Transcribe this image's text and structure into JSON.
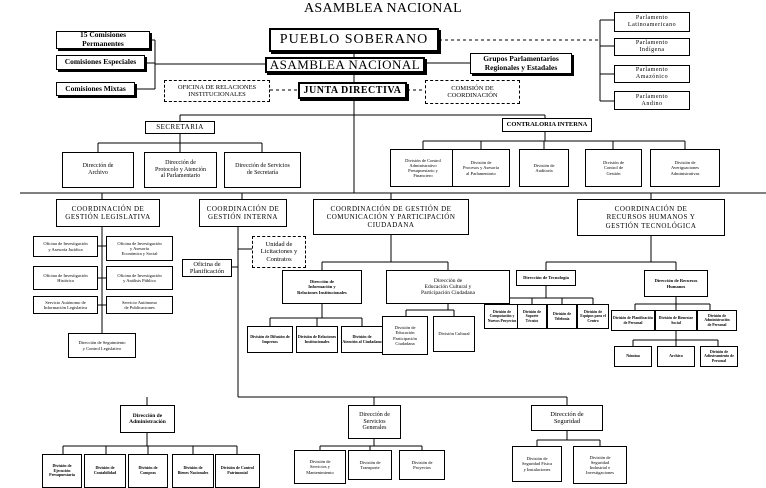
{
  "title": "ASAMBLEA NACIONAL",
  "nodes": {
    "pueblo": "PUEBLO SOBERANO",
    "asamblea": "ASAMBLEA NACIONAL",
    "junta": "JUNTA DIRECTIVA",
    "comisiones_perm": "15 Comisiones\nPermanentes",
    "comisiones_esp": "Comisiones Especiales",
    "comisiones_mix": "Comisiones Mixtas",
    "grupos": "Grupos Parlamentarios\nRegionales y Estadales",
    "oficina_rel": "OFICINA DE RELACIONES\nINSTITUCIONALES",
    "comision_coord": "COMISIÓN DE\nCOORDINACIÓN",
    "secretaria": "SECRETARIA",
    "contraloria": "CONTRALORIA INTERNA",
    "parl_latino": "Parlamento\nLatinoamericano",
    "parl_indigena": "Parlamento\nIndígena",
    "parl_amazonico": "Parlamento\nAmazónico",
    "parl_andino": "Parlamento\nAndino",
    "dir_archivo": "Dirección de\nArchivo",
    "dir_protocolo": "Dirección de\nProtocolo y Atención\nal Parlamentario",
    "dir_servicios_sec": "Dirección de Servicios\nde Secretaría",
    "div_control_admin": "División de Control\nAdministrativo\nPresupuestario y\nFinanciero",
    "div_proceso_control": "División de\nProcesos y Asesoría\nal Parlamentario",
    "div_auditoria": "División de\nAuditoría",
    "div_control_gestion": "División de\nControl de\nGestión",
    "div_averiguaciones": "División de\nAveriguaciones\nAdministrativas",
    "coord_legislativa": "COORDINACIÓN DE\nGESTIÓN LEGISLATIVA",
    "coord_interna": "COORDINACIÓN DE\nGESTIÓN INTERNA",
    "coord_comunicacion": "COORDINACIÓN DE GESTIÓN DE\nCOMUNICACIÓN Y PARTICIPACIÓN\nCIUDADANA",
    "coord_rrhh": "COORDINACIÓN DE\nRECURSOS HUMANOS Y\nGESTIÓN TECNOLÓGICA",
    "of_inv_juridica": "Oficina de Investigación\ny Asesoría Jurídica",
    "of_inv_historica": "Oficina de Investigación\nHistórica",
    "serv_info_leg": "Servicio Autónomo de\nInformación Legislativa",
    "of_inv_economica": "Oficina de Investigación\ny Asesoría\nEconómica y Social",
    "of_inv_publica": "Oficina de Investigación\ny Análisis Público",
    "serv_publicaciones": "Servicio Autónomo\nde Publicaciones",
    "dir_seguimiento": "Dirección de Seguimiento\ny Control Legislativo",
    "unidad_licitaciones": "Unidad de\nLicitaciones y\nContratos",
    "oficina_planificacion": "Oficina de\nPlanificación",
    "dir_informacion": "Dirección de\nInformación y\nRelaciones Institucionales",
    "div_difusion": "División de Difusión de\nImpresos",
    "div_relaciones": "División de Relaciones\nInstitucionales",
    "div_atencion": "División de\nAtención al Ciudadano",
    "dir_educacion": "Dirección de\nEducación Cultural y\nParticipación Ciudadana",
    "div_educacion": "División de\nEducación\nParticipación\nCiudadana",
    "div_cultural": "División Cultural",
    "dir_tecnologia": "Dirección de Tecnología",
    "dir_rrhh": "Dirección de Recursos\nHumanos",
    "div_computacion": "División de\nComputación y\nNuevos Proyectos",
    "div_soporte": "División de Soporte\nTécnico",
    "div_telefonia": "División de\nTelefonía",
    "div_equipos": "División de\nEquipos para el\nCentro",
    "div_planif_rrhh": "División de Planificación\nde Personal",
    "div_bienestar": "División de Bienestar Social",
    "div_administracion_personal": "División de Administración\nde Personal",
    "div_nomina": "Nómina",
    "div_archivo_rrhh": "Archivo",
    "div_adiestramiento": "División de\nAdiestramiento de Personal",
    "dir_administracion": "Dirección de\nAdministración",
    "dir_servicios_gen": "Dirección de\nServicios\nGenerales",
    "dir_seguridad": "Dirección de\nSeguridad",
    "div_ejecucion": "División de\nEjecución\nPresupuestaria",
    "div_contabilidad": "División de\nContabilidad",
    "div_compras": "División de\nCompras",
    "div_bienes": "División de\nBienes Nacionales",
    "div_control_inventario": "División de Control\nPatrimonial",
    "div_servicios_mant": "División de\nServicios y\nMantenimiento",
    "div_transporte": "División de\nTransporte",
    "div_proyectos": "División de\nProyectos",
    "div_seg_fisica": "División de\nSeguridad Física\ny Instalaciones",
    "div_seg_industrial": "División de\nSeguridad\nIndustrial e\nInvestigaciones"
  }
}
